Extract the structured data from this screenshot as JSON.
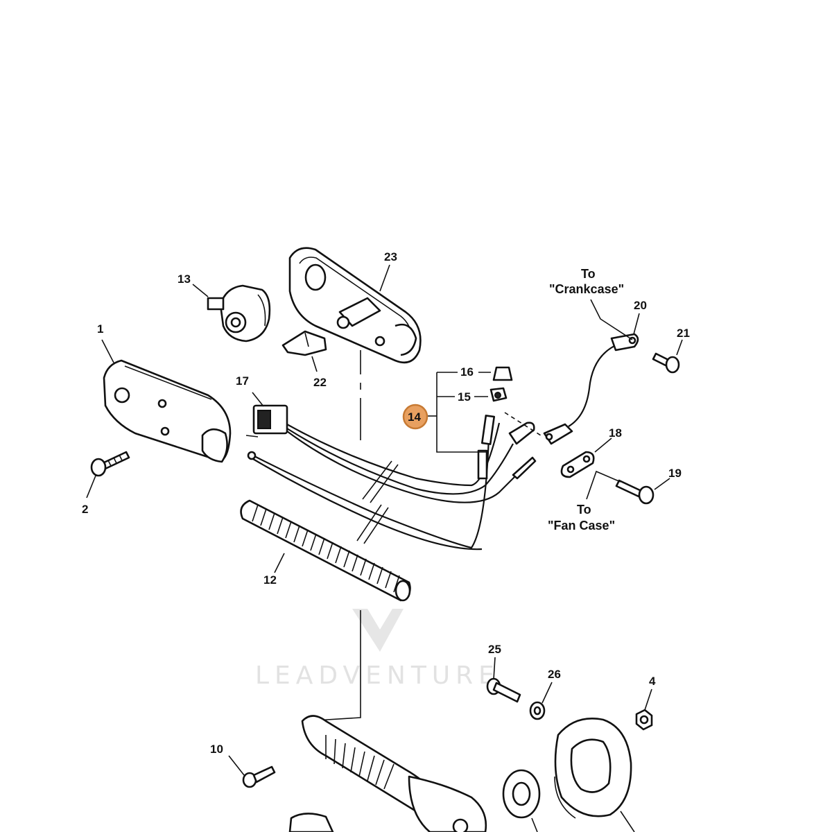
{
  "callouts": {
    "c1": "1",
    "c2": "2",
    "c4": "4",
    "c10": "10",
    "c12": "12",
    "c13": "13",
    "c14": "14",
    "c15": "15",
    "c16": "16",
    "c17": "17",
    "c18": "18",
    "c19": "19",
    "c20": "20",
    "c21": "21",
    "c22": "22",
    "c23": "23",
    "c25": "25",
    "c26": "26"
  },
  "notes": {
    "crankcase_to": "To",
    "crankcase_name": "\"Crankcase\"",
    "fancase_to": "To",
    "fancase_name": "\"Fan Case\""
  },
  "highlight": {
    "part": "14",
    "color": "#e8a060",
    "stroke": "#c77a33"
  },
  "watermark": {
    "text": "LEADVENTURE"
  }
}
